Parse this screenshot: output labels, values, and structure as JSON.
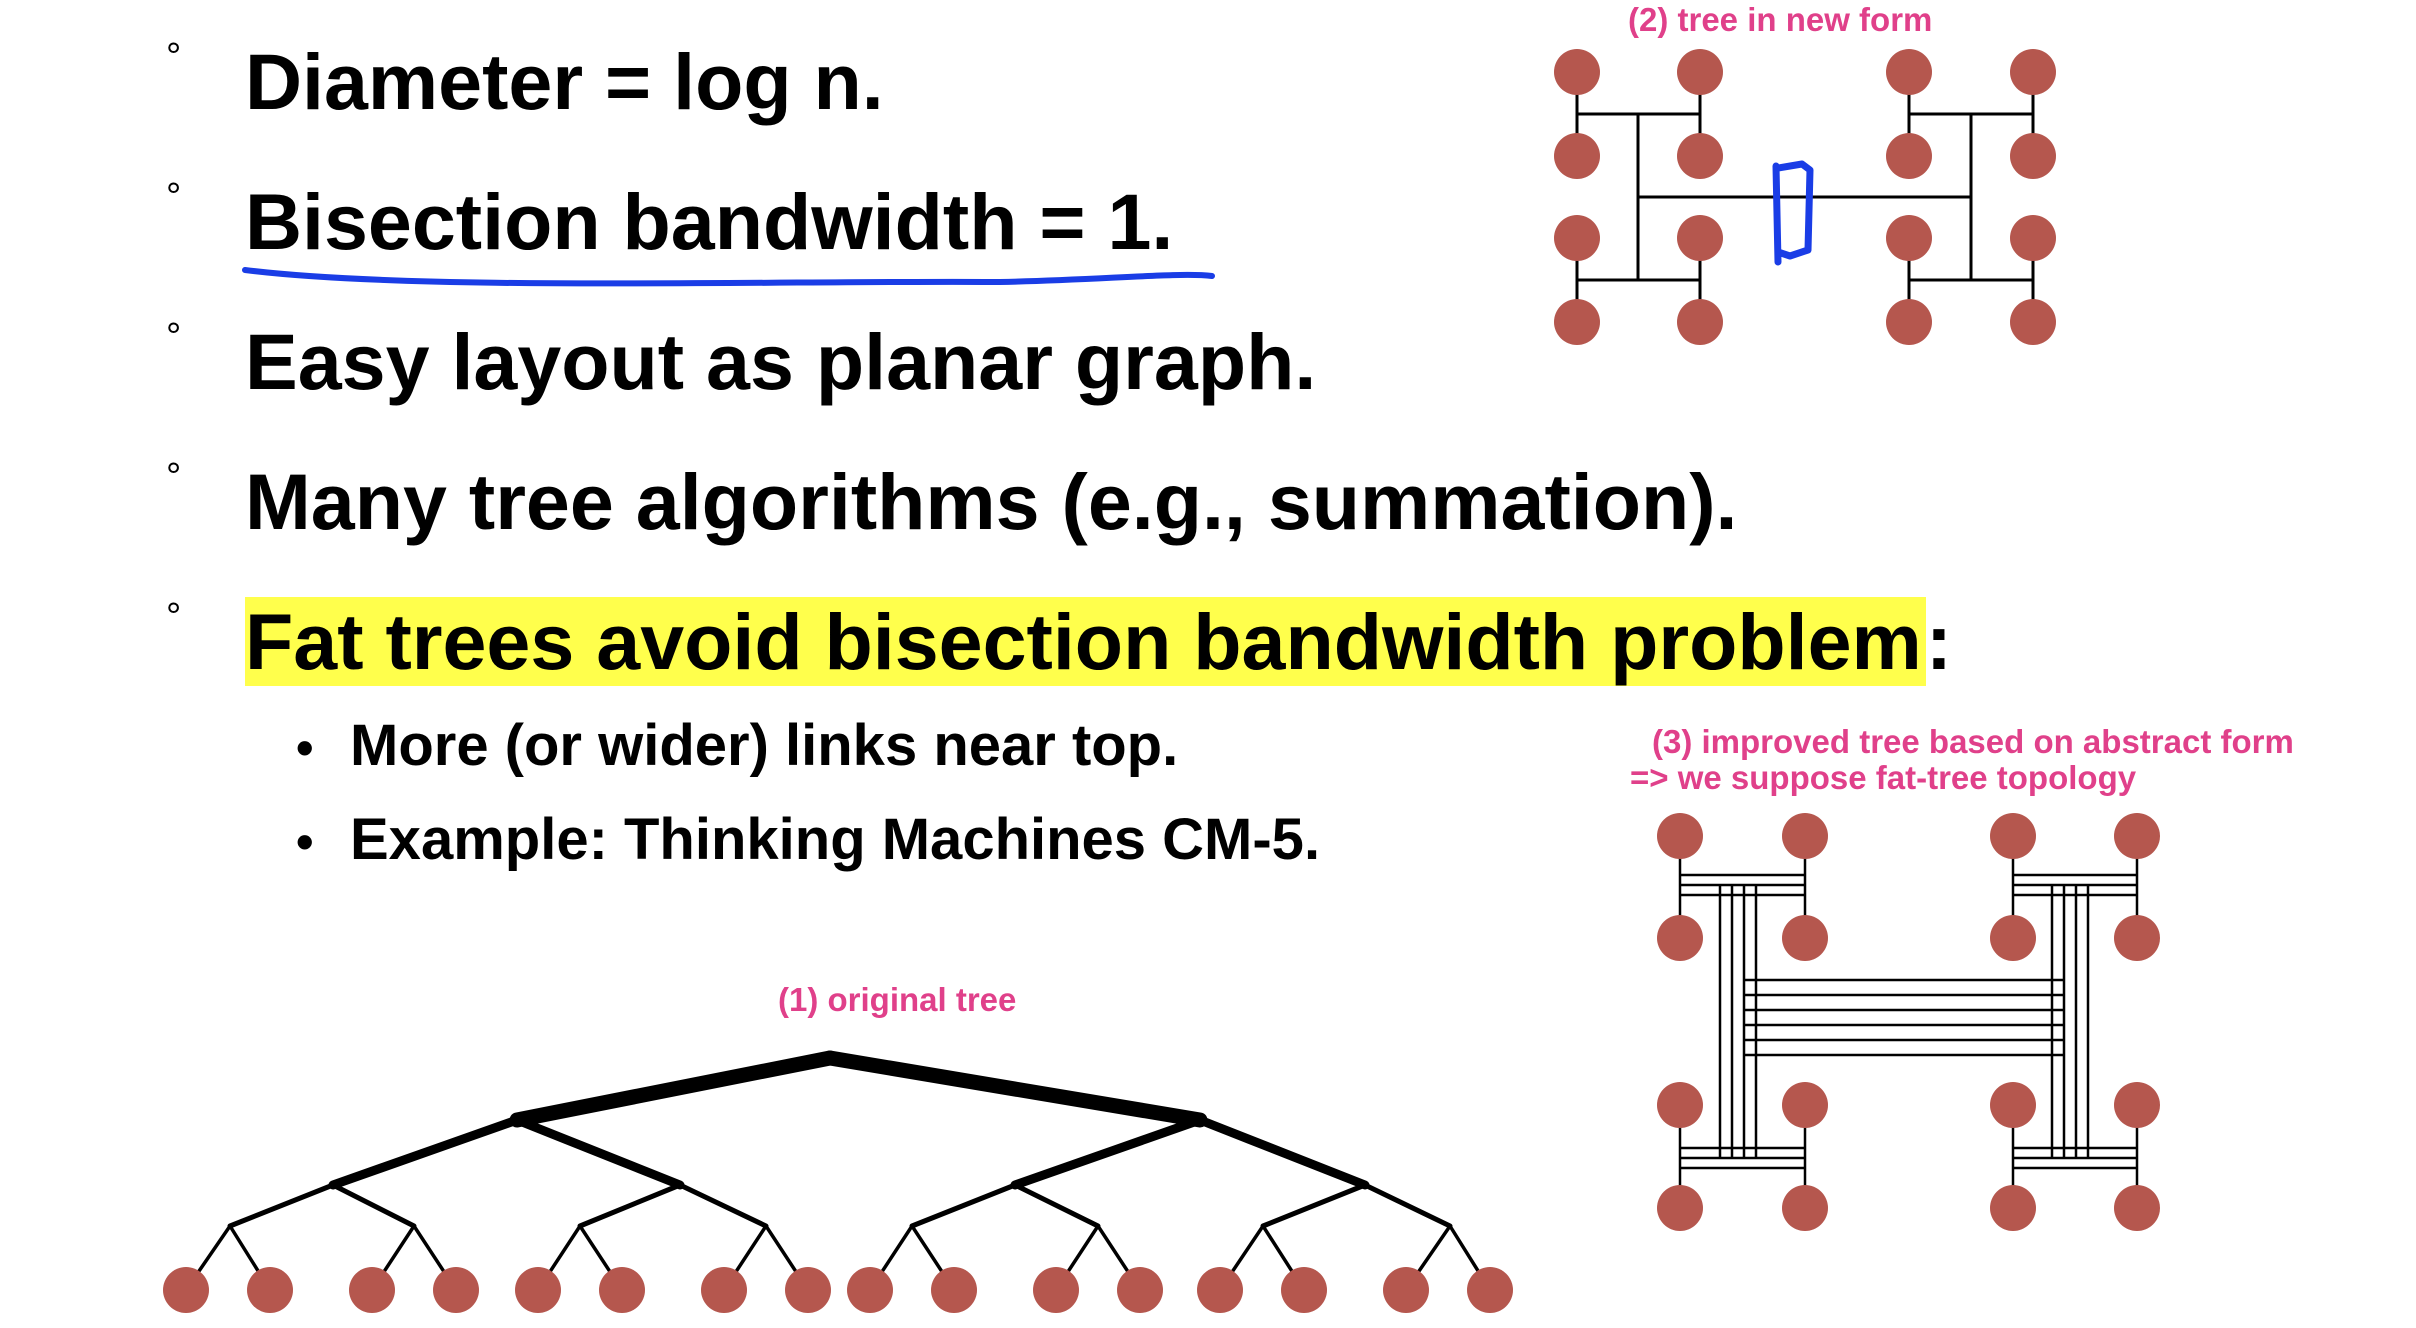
{
  "bullets": [
    {
      "text": "Diameter = log n."
    },
    {
      "text": "Bisection bandwidth = 1."
    },
    {
      "text": "Easy layout as planar graph."
    },
    {
      "text": "Many tree algorithms (e.g., summation)."
    },
    {
      "highlighted": "Fat trees avoid bisection bandwidth problem",
      "suffix": ":"
    }
  ],
  "sub_bullets": [
    {
      "text": "More (or wider) links near top."
    },
    {
      "text": "Example: Thinking Machines CM-5."
    }
  ],
  "captions": {
    "original_tree": "(1)  original tree",
    "tree_new_form": "(2)  tree in new form",
    "improved_tree_line1": "(3)  improved tree based on abstract form",
    "improved_tree_line2": "=> we suppose fat-tree topology"
  },
  "colors": {
    "node": "#b5574e",
    "caption": "#e0408a",
    "highlight": "#ffff4c",
    "annotation": "#1a3de6"
  }
}
